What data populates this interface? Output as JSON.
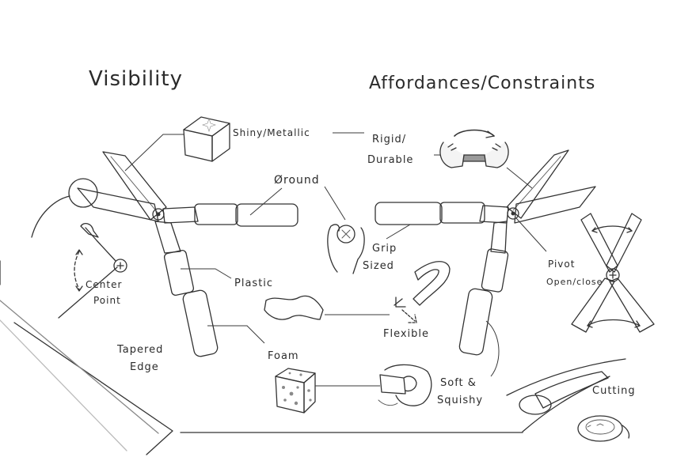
{
  "headings": {
    "left": "Visibility",
    "right": "Affordances/Constraints"
  },
  "labels": {
    "shiny_metallic": "Shiny/Metallic",
    "rigid": "Rigid/",
    "durable": "Durable",
    "round": "Øround",
    "grip": "Grip",
    "sized": "Sized",
    "center": "Center",
    "point": "Point",
    "plastic": "Plastic",
    "pivot": "Pivot",
    "open_close": "Open/close",
    "flexible": "Flexible",
    "tapered": "Tapered",
    "edge": "Edge",
    "foam": "Foam",
    "soft": "Soft &",
    "squishy": "Squishy",
    "cutting": "Cutting"
  }
}
